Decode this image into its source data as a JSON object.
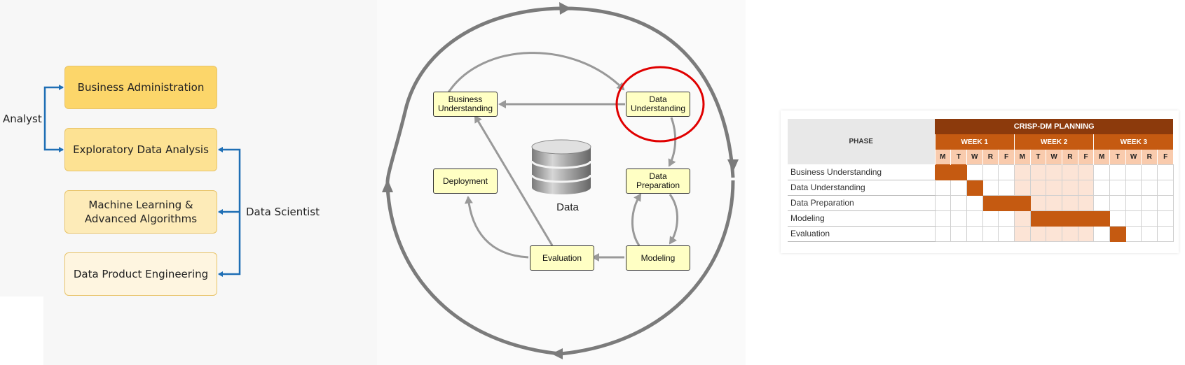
{
  "roles_diagram": {
    "boxes": [
      {
        "label": "Business Administration",
        "color": "#fcd66a"
      },
      {
        "label": "Exploratory Data Analysis",
        "color": "#fde293"
      },
      {
        "label": "Machine Learning & Advanced Algorithms",
        "color": "#fdebb8"
      },
      {
        "label": "Data Product Engineering",
        "color": "#fef5e0"
      }
    ],
    "analyst_label": "Analyst",
    "scientist_label": "Data Scientist",
    "arrow_color": "#1f6fb5"
  },
  "crisp_dm": {
    "nodes": {
      "business_understanding": "Business Understanding",
      "data_understanding": "Data Understanding",
      "data_preparation": "Data Preparation",
      "modeling": "Modeling",
      "evaluation": "Evaluation",
      "deployment": "Deployment"
    },
    "center_label": "Data",
    "highlight": "Data Understanding",
    "highlight_color": "#e00000"
  },
  "gantt": {
    "title": "CRISP-DM PLANNING",
    "phase_header": "PHASE",
    "weeks": [
      "WEEK 1",
      "WEEK 2",
      "WEEK 3"
    ],
    "days": [
      "M",
      "T",
      "W",
      "R",
      "F",
      "M",
      "T",
      "W",
      "R",
      "F",
      "M",
      "T",
      "W",
      "R",
      "F"
    ],
    "highlight_week": "WEEK 2",
    "rows": [
      {
        "phase": "Business Understanding",
        "days": [
          1,
          2
        ]
      },
      {
        "phase": "Data Understanding",
        "days": [
          3
        ]
      },
      {
        "phase": "Data Preparation",
        "days": [
          4,
          5,
          6
        ]
      },
      {
        "phase": "Modeling",
        "days": [
          7,
          8,
          9,
          10,
          11
        ]
      },
      {
        "phase": "Evaluation",
        "days": [
          12
        ]
      }
    ],
    "colors": {
      "title": "#8c3a0c",
      "week": "#c55a11",
      "day": "#f9cbad",
      "bar": "#c55a11",
      "week2_shade": "#fce4d6"
    }
  }
}
